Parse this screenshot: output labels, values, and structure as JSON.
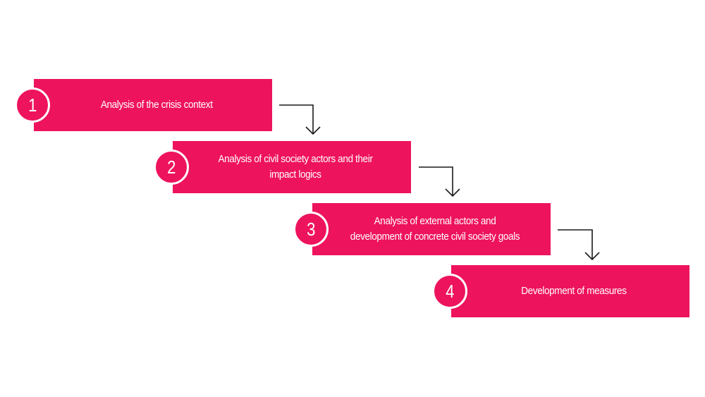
{
  "steps": [
    {
      "number": "1",
      "label": "Analysis of the crisis context"
    },
    {
      "number": "2",
      "label": "Analysis of civil society actors and their impact logics"
    },
    {
      "number": "3",
      "label": "Analysis of external actors and development of concrete civil society goals"
    },
    {
      "number": "4",
      "label": "Development of measures"
    }
  ],
  "colors": {
    "accent": "#ee135d",
    "text": "#ffffff",
    "connector": "#1a1a1a"
  }
}
